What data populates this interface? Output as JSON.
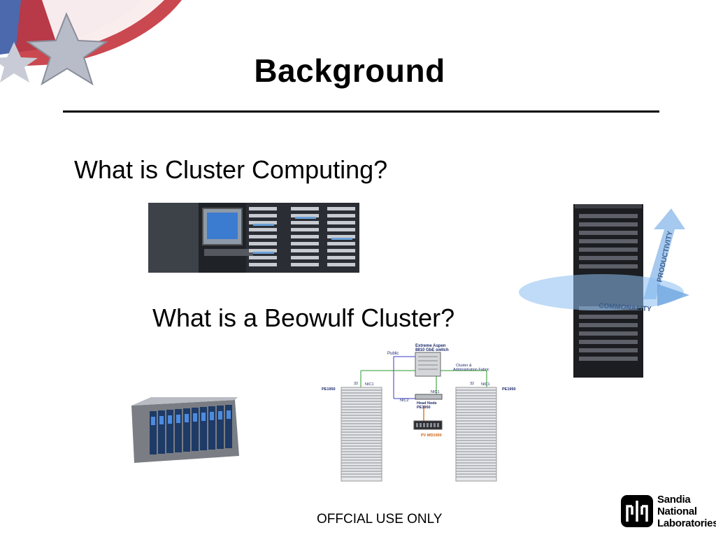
{
  "slide": {
    "title": "Background",
    "bullets": [
      "What is Cluster Computing?",
      "What is a Beowulf Cluster?"
    ],
    "footer": "OFFCIAL USE ONLY"
  },
  "tower_graphic": {
    "labels": [
      "PRODUCTIVITY",
      "COMMONALITY"
    ]
  },
  "diagram": {
    "switch_label_1": "Extreme Aspen",
    "switch_label_2": "8810 GbE switch",
    "public_label": "Public",
    "fabric_label_1": "Cluster &",
    "fabric_label_2": "Administration Fabric",
    "left_rack_label": "PE1950",
    "right_rack_label": "PE1950",
    "left_count": "32",
    "right_count": "32",
    "nic1_left": "NIC1",
    "nic1_right": "NIC1",
    "nic1_head": "NIC1",
    "nic2": "NIC2",
    "head_node_1": "Head Node",
    "head_node_2": "PE1950",
    "storage_label": "PV MD1000"
  },
  "logo": {
    "lines": [
      "Sandia",
      "National",
      "Laboratories"
    ]
  },
  "colors": {
    "public_line": "#3a3ac8",
    "fabric_line": "#2a9a2a",
    "storage_line": "#e07a20",
    "flag_red": "#c4343c",
    "flag_blue": "#2d4fa0"
  }
}
